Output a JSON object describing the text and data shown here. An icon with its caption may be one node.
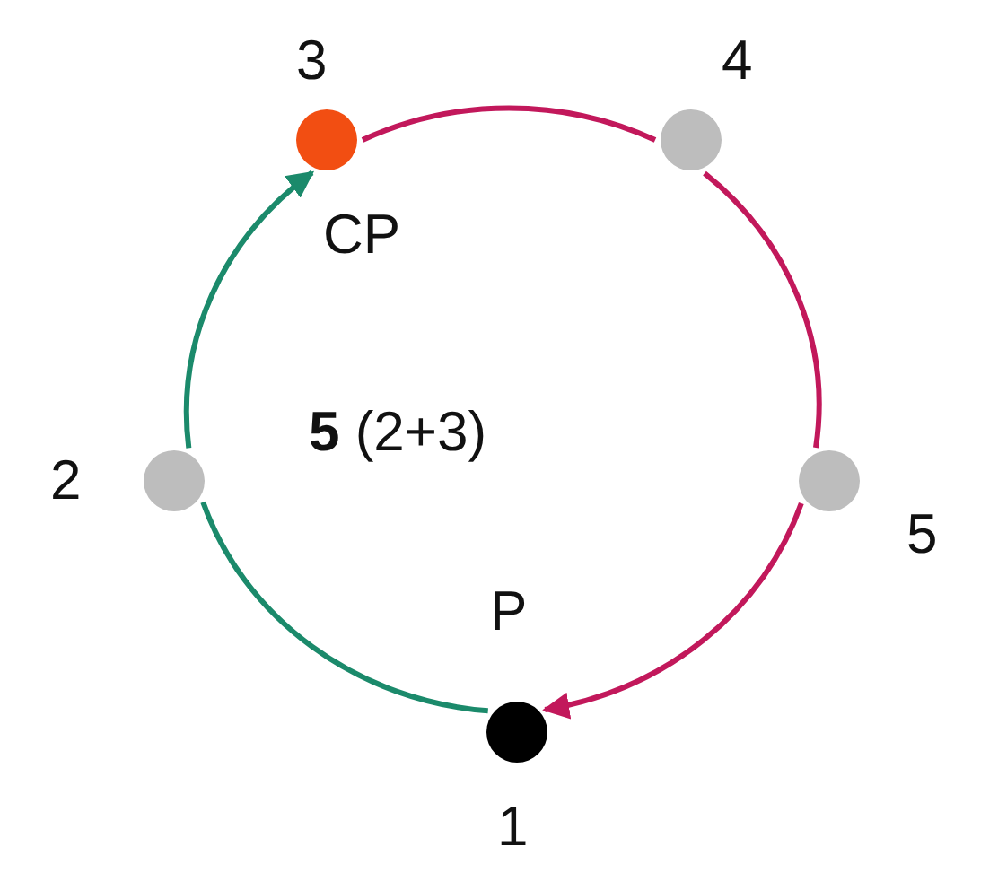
{
  "diagram": {
    "nodes": [
      {
        "text": [],
        "shape": "circle",
        "beside": [
          "3",
          "CP"
        ]
      },
      {
        "text": [],
        "shape": "circle",
        "beside": [
          "4"
        ]
      },
      {
        "text": [],
        "shape": "circle",
        "beside": [
          "2"
        ]
      },
      {
        "text": [],
        "shape": "circle",
        "beside": [
          "5"
        ]
      },
      {
        "text": [],
        "shape": "circle",
        "beside": [
          "P",
          "1"
        ]
      }
    ],
    "edges": [
      {
        "from": 4,
        "to": 2,
        "arrow": "none",
        "color": "#1b8a6b"
      },
      {
        "from": 2,
        "to": 0,
        "arrow": "to",
        "color": "#1b8a6b"
      },
      {
        "from": 0,
        "to": 1,
        "arrow": "none",
        "color": "#c2185b"
      },
      {
        "from": 1,
        "to": 3,
        "arrow": "none",
        "color": "#c2185b"
      },
      {
        "from": 3,
        "to": 4,
        "arrow": "to",
        "color": "#c2185b"
      }
    ],
    "labels": [
      "**5** (2+3)"
    ]
  }
}
